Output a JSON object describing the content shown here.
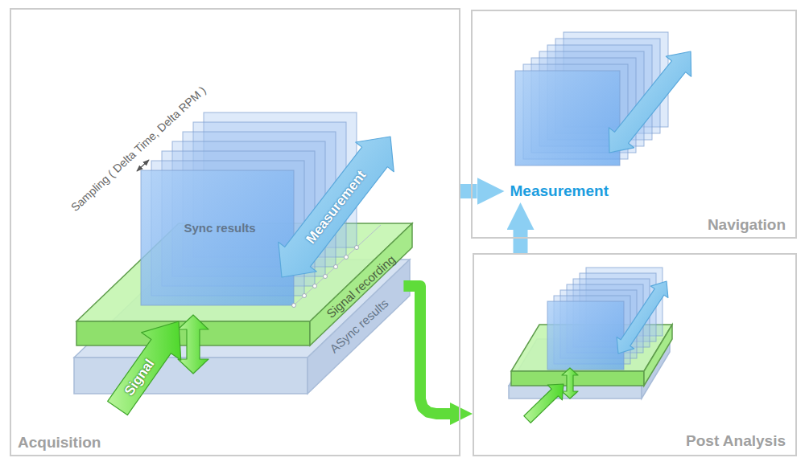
{
  "diagram": {
    "nodes": [
      {
        "text": [
          "Acquisition"
        ]
      },
      {
        "text": [
          "Sync results"
        ],
        "in": 0
      },
      {
        "text": [
          "Signal recording"
        ],
        "in": 0
      },
      {
        "text": [
          "ASync results"
        ],
        "in": 0
      },
      {
        "text": [
          "Navigation"
        ]
      },
      {
        "text": [
          "Measurement"
        ],
        "in": 4
      },
      {
        "text": [
          "Post Analysis"
        ]
      }
    ],
    "edges": [
      {
        "from": 0,
        "to": 5,
        "arrow": "to"
      },
      {
        "from": 6,
        "to": 5,
        "arrow": "to"
      },
      {
        "from": 2,
        "to": 6,
        "arrow": "to"
      }
    ],
    "labels": [
      "Sampling ( Delta Time, Delta RPM )",
      "Measurement",
      "Signal"
    ]
  }
}
